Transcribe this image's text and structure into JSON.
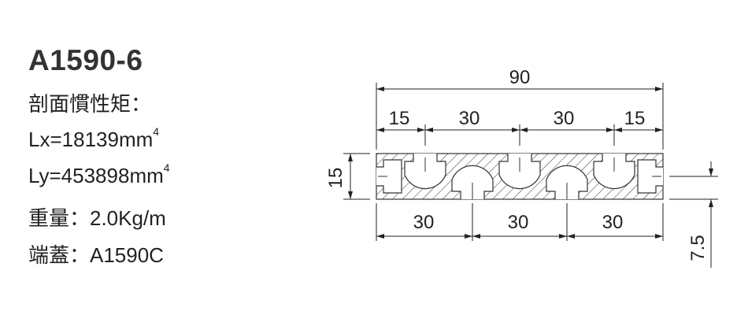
{
  "spec": {
    "model": "A1590-6",
    "inertia_label": "剖面慣性矩：",
    "lx": "Lx=18139mm",
    "lx_exp": "4",
    "ly": "Ly=453898mm",
    "ly_exp": "4",
    "weight": "重量：2.0Kg/m",
    "end_cap": "端蓋：A1590C"
  },
  "drawing": {
    "overall_width": "90",
    "top_dims": [
      "15",
      "30",
      "30",
      "15"
    ],
    "bottom_dims": [
      "30",
      "30",
      "30"
    ],
    "height": "15",
    "slot_offset": "7.5"
  }
}
